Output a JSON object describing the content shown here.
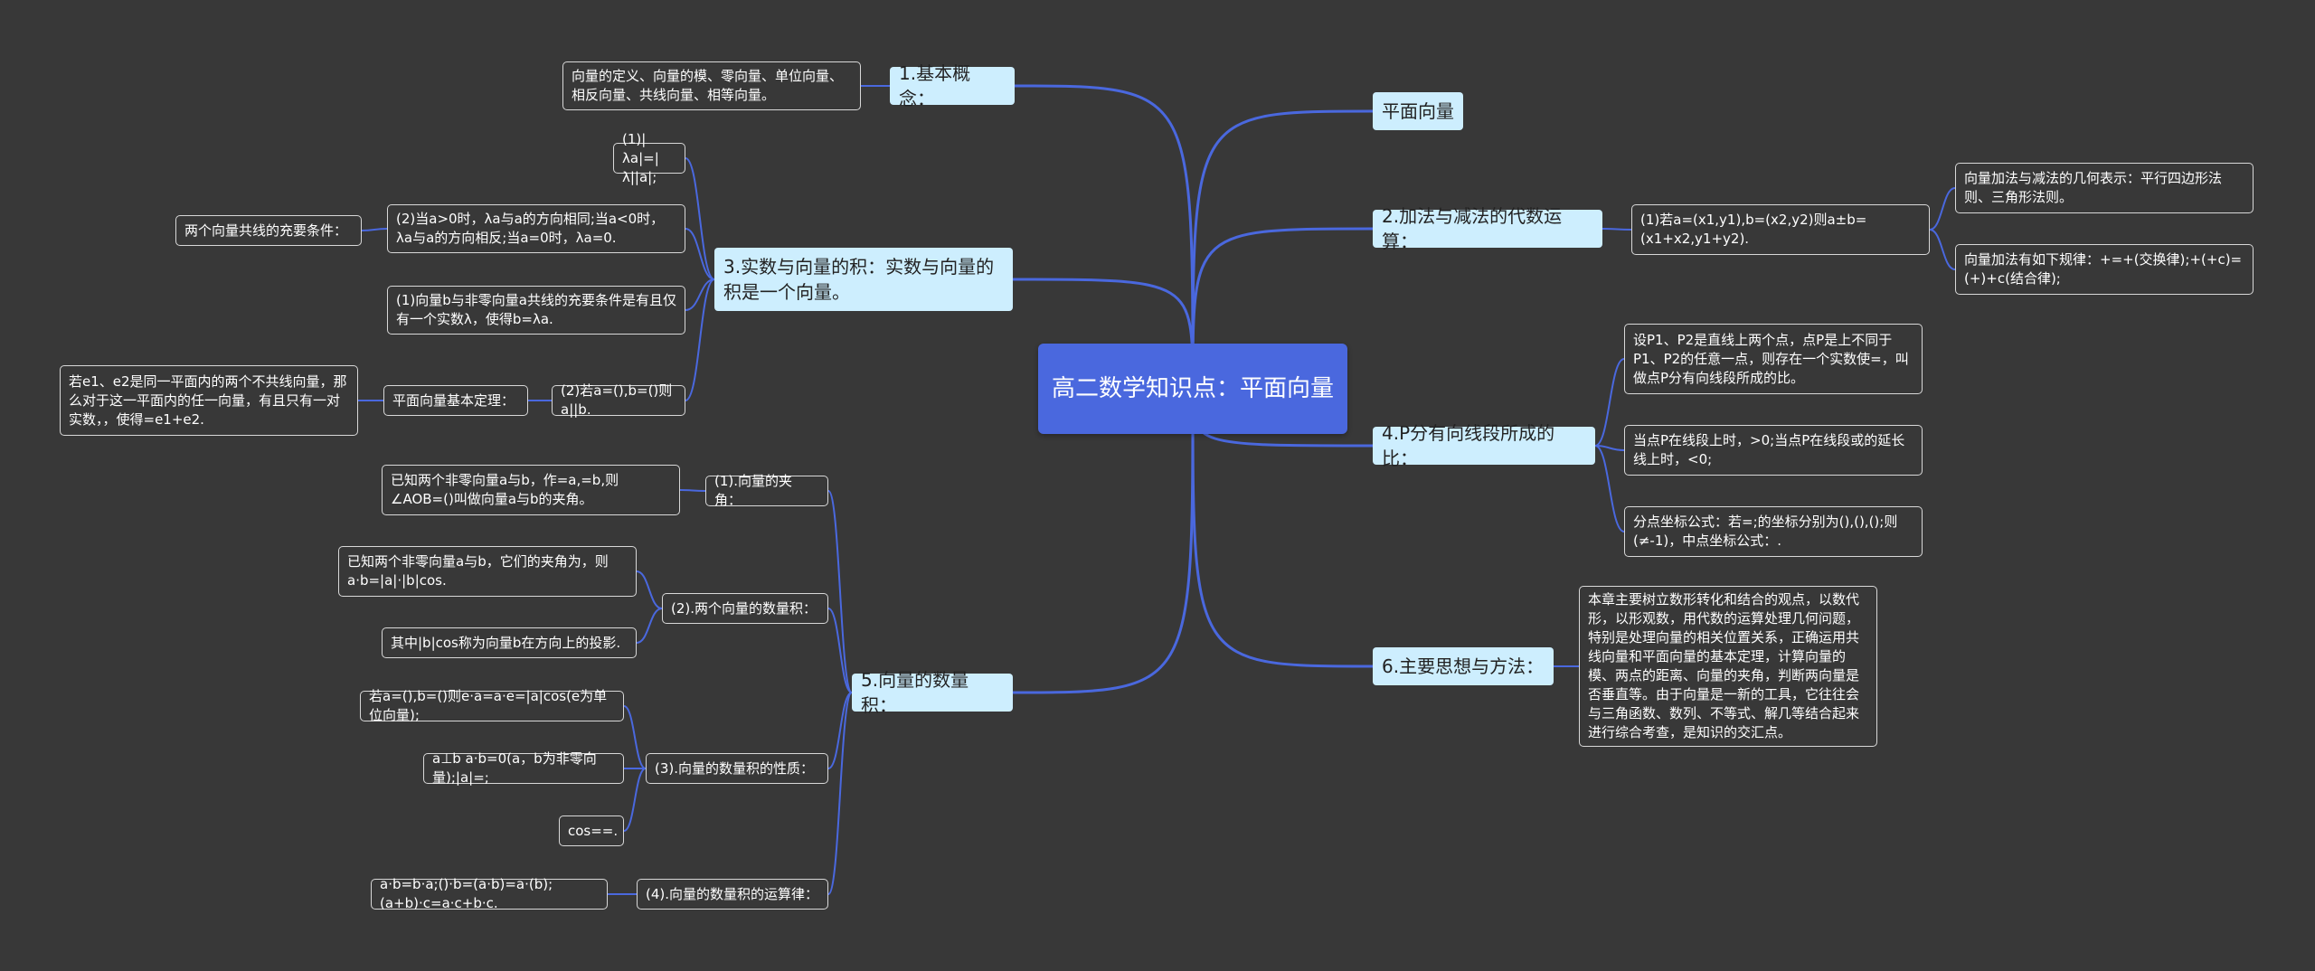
{
  "colors": {
    "background": "#383838",
    "root": "#4a68de",
    "main": "#cdeefe",
    "edge": "#4a68de",
    "leaf_border": "#d8d8d8"
  },
  "root": "高二数学知识点：平面向量",
  "branches": {
    "b1": {
      "label": "1.基本概念：",
      "items": {
        "definitions": "向量的定义、向量的模、零向量、单位向量、相反向量、共线向量、相等向量。"
      }
    },
    "b3": {
      "label": "3.实数与向量的积：实数与向量的积是一个向量。",
      "items": {
        "abs": "(1)|λa|=|λ||a|;",
        "direction": "(2)当a>0时，λa与a的方向相同;当a<0时，λa与a的方向相反;当a=0时，λa=0.",
        "collinear_note": "两个向量共线的充要条件：",
        "collinear_cond": "(1)向量b与非零向量a共线的充要条件是有且仅有一个实数λ，使得b=λa.",
        "coord_collinear": "(2)若a=(),b=()则a||b.",
        "basic_theorem": "平面向量基本定理：",
        "basic_theorem_desc": "若e1、e2是同一平面内的两个不共线向量，那么对于这一平面内的任一向量，有且只有一对实数，，使得=e1+e2."
      }
    },
    "b5": {
      "label": "5.向量的数量积：",
      "items": {
        "angle": "(1).向量的夹角：",
        "angle_desc": "已知两个非零向量a与b，作=a,=b,则∠AOB=()叫做向量a与b的夹角。",
        "dot": "(2).两个向量的数量积：",
        "dot_desc": "已知两个非零向量a与b，它们的夹角为，则a·b=|a|·|b|cos.",
        "projection": "其中|b|cos称为向量b在方向上的投影.",
        "props": "(3).向量的数量积的性质：",
        "prop1": "若a=(),b=()则e·a=a·e=|a|cos(e为单位向量);",
        "prop2": "a⊥b a·b=0(a，b为非零向量);|a|=;",
        "prop3": "cos==.",
        "laws": "(4).向量的数量积的运算律：",
        "laws_desc": "a·b=b·a;()·b=(a·b)=a·(b);(a+b)·c=a·c+b·c."
      }
    },
    "planar": {
      "label": "平面向量"
    },
    "b2": {
      "label": "2.加法与减法的代数运算：",
      "items": {
        "coords": "(1)若a=(x1,y1),b=(x2,y2)则a±b=(x1+x2,y1+y2).",
        "geom": "向量加法与减法的几何表示：平行四边形法则、三角形法则。",
        "laws": "向量加法有如下规律：+=+(交换律);+(+c)=(+)+c(结合律);"
      }
    },
    "b4": {
      "label": "4.P分有向线段所成的比：",
      "items": {
        "def": "设P1、P2是直线上两个点，点P是上不同于P1、P2的任意一点，则存在一个实数使=，叫做点P分有向线段所成的比。",
        "range": "当点P在线段上时，>0;当点P在线段或的延长线上时，<0;",
        "formula": "分点坐标公式：若=;的坐标分别为(),(),();则(≠-1)，中点坐标公式：."
      }
    },
    "b6": {
      "label": "6.主要思想与方法：",
      "items": {
        "summary": "本章主要树立数形转化和结合的观点，以数代形，以形观数，用代数的运算处理几何问题，特别是处理向量的相关位置关系，正确运用共线向量和平面向量的基本定理，计算向量的模、两点的距离、向量的夹角，判断两向量是否垂直等。由于向量是一新的工具，它往往会与三角函数、数列、不等式、解几等结合起来进行综合考查，是知识的交汇点。"
      }
    }
  }
}
